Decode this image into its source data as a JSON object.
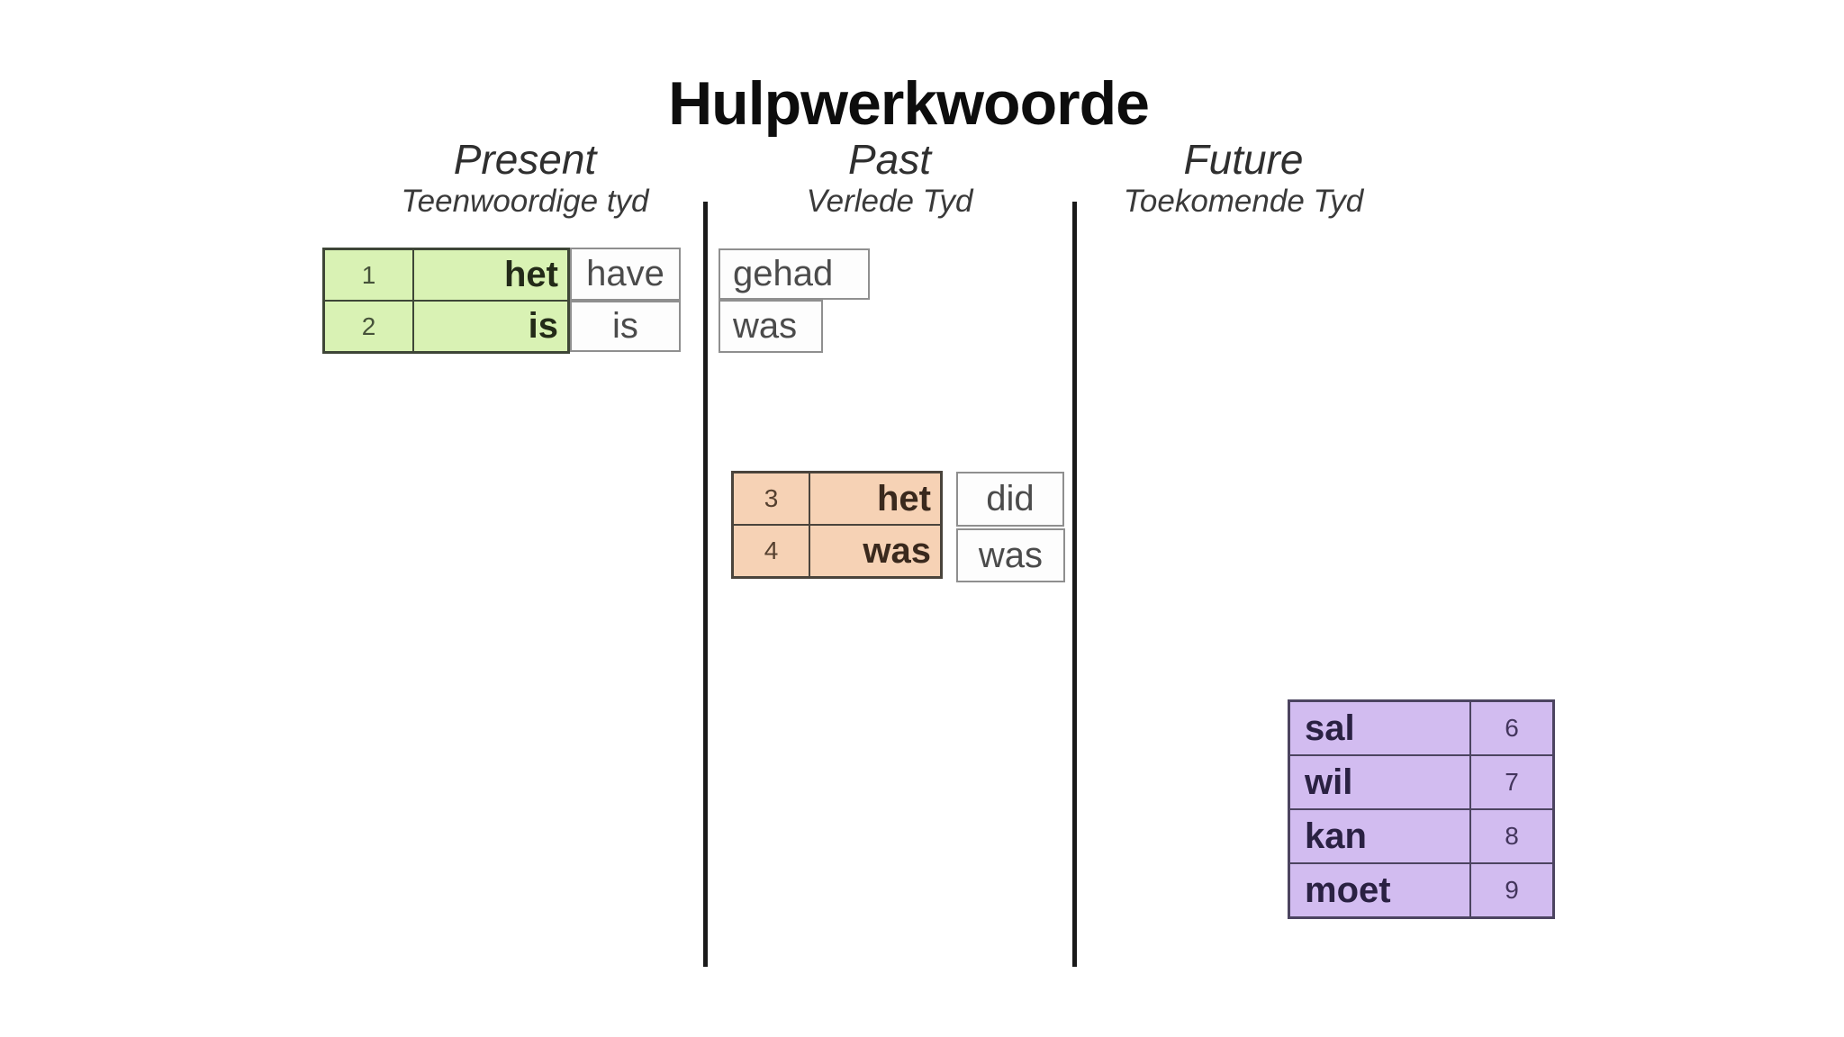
{
  "title": "Hulpwerkwoorde",
  "columns": {
    "present": {
      "label": "Present",
      "sublabel": "Teenwoordige tyd"
    },
    "past": {
      "label": "Past",
      "sublabel": "Verlede Tyd"
    },
    "future": {
      "label": "Future",
      "sublabel": "Toekomende Tyd"
    }
  },
  "present": {
    "table": {
      "rows": [
        {
          "num": "1",
          "word": "het"
        },
        {
          "num": "2",
          "word": "is"
        }
      ]
    },
    "english": [
      "have",
      "is"
    ]
  },
  "past": {
    "past_form_boxes": [
      "gehad",
      "was"
    ],
    "table": {
      "rows": [
        {
          "num": "3",
          "word": "het"
        },
        {
          "num": "4",
          "word": "was"
        }
      ]
    },
    "english": [
      "did",
      "was"
    ]
  },
  "future": {
    "table": {
      "rows": [
        {
          "word": "sal",
          "num": "6"
        },
        {
          "word": "wil",
          "num": "7"
        },
        {
          "word": "kan",
          "num": "8"
        },
        {
          "word": "moet",
          "num": "9"
        }
      ]
    }
  },
  "colors": {
    "background": "#ffffff",
    "present_table_fill": "#d9f2b4",
    "past_table_fill": "#f6d2b5",
    "future_table_fill": "#d2bcf0",
    "divider_line": "#1a1a1a",
    "white_box_border": "#8f8f8f",
    "white_box_text": "#4b4b4b",
    "title_text": "#0d0d0d"
  }
}
